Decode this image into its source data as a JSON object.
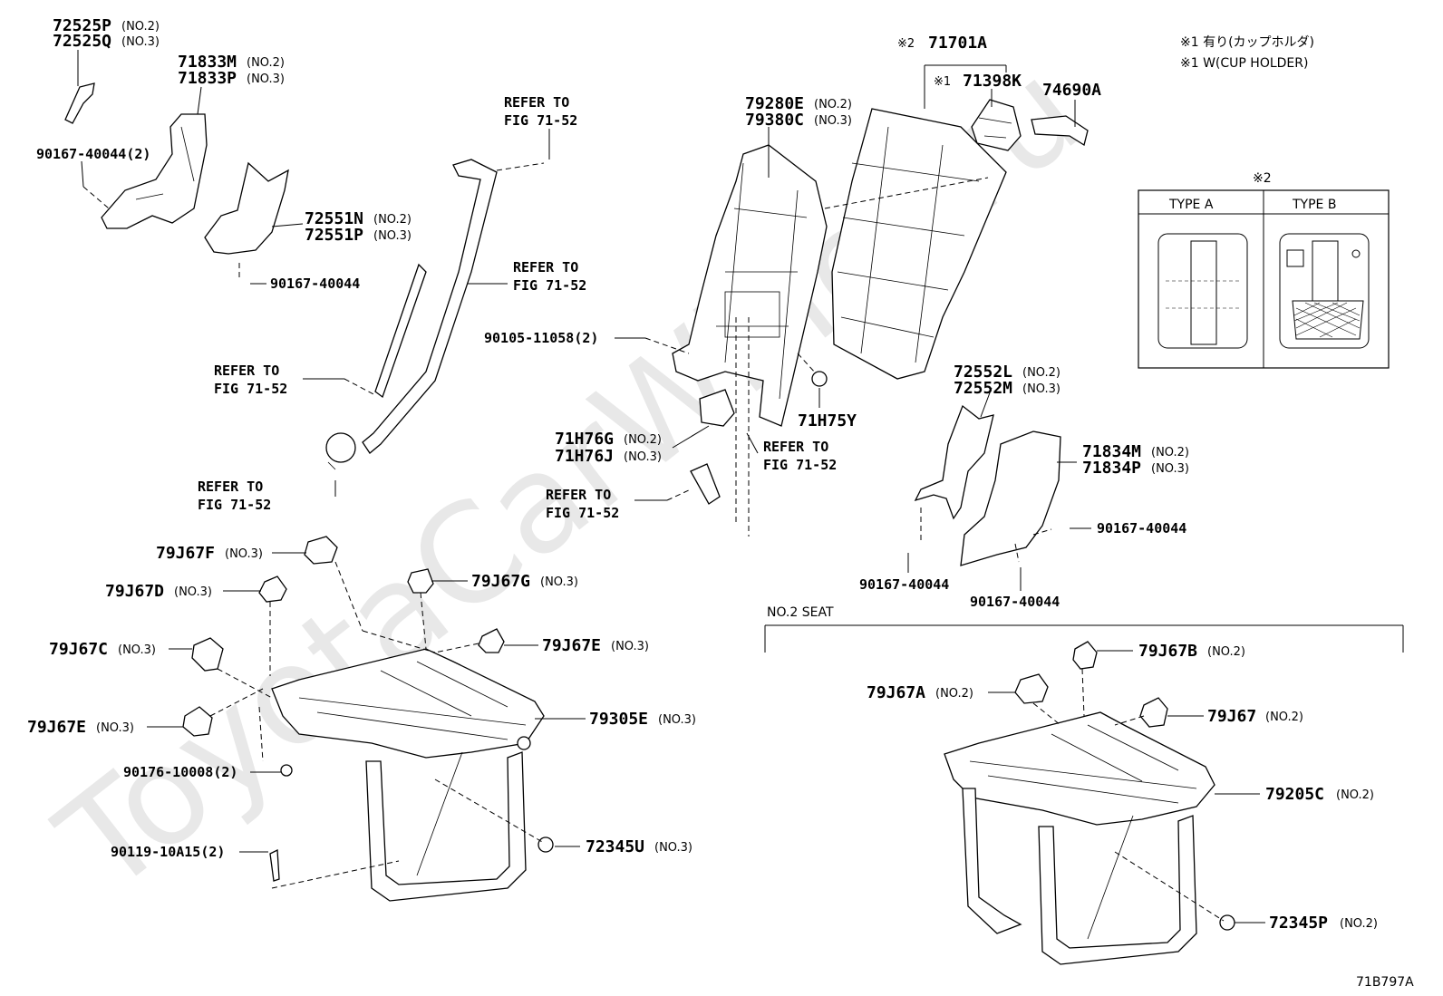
{
  "watermark": "ToyotaCarWiner.ru",
  "figure_code": "71B797A",
  "legend": {
    "line1": "※1 有り(カップホルダ)",
    "line2": "※1 W(CUP HOLDER)"
  },
  "type_table": {
    "mark": "※2",
    "type_a": "TYPE A",
    "type_b": "TYPE B"
  },
  "seat_group_label": "NO.2 SEAT",
  "parts": [
    {
      "id": "p1a",
      "number": "72525P",
      "note": "(NO.2)"
    },
    {
      "id": "p1b",
      "number": "72525Q",
      "note": "(NO.3)"
    },
    {
      "id": "p2a",
      "number": "71833M",
      "note": "(NO.2)"
    },
    {
      "id": "p2b",
      "number": "71833P",
      "note": "(NO.3)"
    },
    {
      "id": "p3",
      "number": "90167-40044(2)",
      "note": ""
    },
    {
      "id": "p4a",
      "number": "72551N",
      "note": "(NO.2)"
    },
    {
      "id": "p4b",
      "number": "72551P",
      "note": "(NO.3)"
    },
    {
      "id": "p5",
      "number": "90167-40044",
      "note": ""
    },
    {
      "id": "p6a",
      "number": "79280E",
      "note": "(NO.2)"
    },
    {
      "id": "p6b",
      "number": "79380C",
      "note": "(NO.3)"
    },
    {
      "id": "p7",
      "number": "71701A",
      "note": "※2"
    },
    {
      "id": "p8",
      "number": "71398K",
      "note": "※1"
    },
    {
      "id": "p9",
      "number": "74690A",
      "note": ""
    },
    {
      "id": "p10",
      "number": "90105-11058(2)",
      "note": ""
    },
    {
      "id": "p11a",
      "number": "71H76G",
      "note": "(NO.2)"
    },
    {
      "id": "p11b",
      "number": "71H76J",
      "note": "(NO.3)"
    },
    {
      "id": "p12",
      "number": "71H75Y",
      "note": ""
    },
    {
      "id": "p13a",
      "number": "72552L",
      "note": "(NO.2)"
    },
    {
      "id": "p13b",
      "number": "72552M",
      "note": "(NO.3)"
    },
    {
      "id": "p14a",
      "number": "71834M",
      "note": "(NO.2)"
    },
    {
      "id": "p14b",
      "number": "71834P",
      "note": "(NO.3)"
    },
    {
      "id": "p15",
      "number": "90167-40044",
      "note": ""
    },
    {
      "id": "p16",
      "number": "90167-40044",
      "note": ""
    },
    {
      "id": "p17",
      "number": "90167-40044",
      "note": ""
    },
    {
      "id": "p18",
      "number": "79J67F",
      "note": "(NO.3)"
    },
    {
      "id": "p19",
      "number": "79J67D",
      "note": "(NO.3)"
    },
    {
      "id": "p20",
      "number": "79J67G",
      "note": "(NO.3)"
    },
    {
      "id": "p21",
      "number": "79J67C",
      "note": "(NO.3)"
    },
    {
      "id": "p22",
      "number": "79J67E",
      "note": "(NO.3)"
    },
    {
      "id": "p23",
      "number": "79J67E",
      "note": "(NO.3)"
    },
    {
      "id": "p24",
      "number": "79305E",
      "note": "(NO.3)"
    },
    {
      "id": "p25",
      "number": "90176-10008(2)",
      "note": ""
    },
    {
      "id": "p26",
      "number": "72345U",
      "note": "(NO.3)"
    },
    {
      "id": "p27",
      "number": "90119-10A15(2)",
      "note": ""
    },
    {
      "id": "p28",
      "number": "79J67B",
      "note": "(NO.2)"
    },
    {
      "id": "p29",
      "number": "79J67A",
      "note": "(NO.2)"
    },
    {
      "id": "p30",
      "number": "79J67",
      "note": "(NO.2)"
    },
    {
      "id": "p31",
      "number": "79205C",
      "note": "(NO.2)"
    },
    {
      "id": "p32",
      "number": "72345P",
      "note": "(NO.2)"
    }
  ],
  "references": [
    {
      "id": "r1",
      "line1": "REFER TO",
      "line2": "FIG 71-52"
    },
    {
      "id": "r2",
      "line1": "REFER TO",
      "line2": "FIG 71-52"
    },
    {
      "id": "r3",
      "line1": "REFER TO",
      "line2": "FIG 71-52"
    },
    {
      "id": "r4",
      "line1": "REFER TO",
      "line2": "FIG 71-52"
    },
    {
      "id": "r5",
      "line1": "REFER TO",
      "line2": "FIG 71-52"
    },
    {
      "id": "r6",
      "line1": "REFER TO",
      "line2": "FIG 71-52"
    }
  ]
}
